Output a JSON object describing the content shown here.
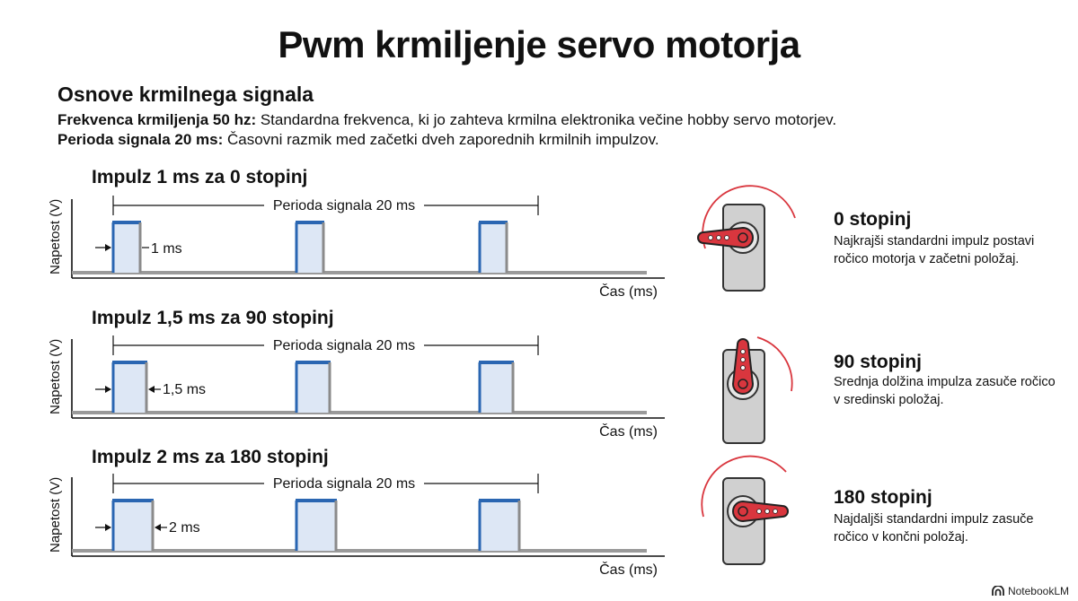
{
  "title": "Pwm krmiljenje servo motorja",
  "basics": {
    "heading": "Osnove krmilnega signala",
    "frequency_label": "Frekvenca krmiljenja 50 hz:",
    "frequency_text": " Standardna frekvenca, ki jo zahteva krmilna elektronika večine hobby servo motorjev.",
    "period_label": "Perioda signala 20 ms:",
    "period_text": " Časovni razmik med začetki dveh zaporednih krmilnih impulzov."
  },
  "pulses": [
    {
      "title": "Impulz 1 ms za 0 stopinj",
      "width_ms": 1,
      "width_label": "1 ms",
      "period_label": "Perioda signala 20 ms",
      "ylabel": "Napetost (V)",
      "xlabel": "Čas (ms)"
    },
    {
      "title": "Impulz 1,5 ms za 90 stopinj",
      "width_ms": 1.5,
      "width_label": "1,5 ms",
      "period_label": "Perioda signala 20 ms",
      "ylabel": "Napetost (V)",
      "xlabel": "Čas (ms)"
    },
    {
      "title": "Impulz 2 ms za 180 stopinj",
      "width_ms": 2,
      "width_label": "2 ms",
      "period_label": "Perioda signala 20 ms",
      "ylabel": "Napetost (V)",
      "xlabel": "Čas (ms)"
    }
  ],
  "positions": [
    {
      "title": "0 stopinj",
      "description": "Najkrajši standardni impulz postavi ročico motorja v začetni položaj.",
      "horn_angle_deg": 0
    },
    {
      "title": "90 stopinj",
      "description": "Srednja dolžina impulza zasuče ročico v sredinski položaj.",
      "horn_angle_deg": 90
    },
    {
      "title": "180 stopinj",
      "description": "Najdaljši standardni impulz zasuče ročico v končni položaj.",
      "horn_angle_deg": 180
    }
  ],
  "colors": {
    "pulse": "#2a66b2",
    "pulse_fill": "#dde7f5",
    "horn": "#d9363e",
    "servo_body": "#d0d0d0"
  },
  "icons": {
    "servo": "servo-motor-icon",
    "brand": "notebooklm-logo-icon"
  },
  "brand": "NotebookLM"
}
